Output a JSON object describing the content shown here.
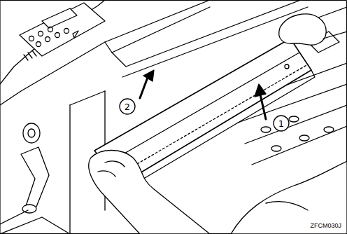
{
  "diagram": {
    "labels": [
      "1",
      "2",
      "ZFCM030J"
    ]
  }
}
